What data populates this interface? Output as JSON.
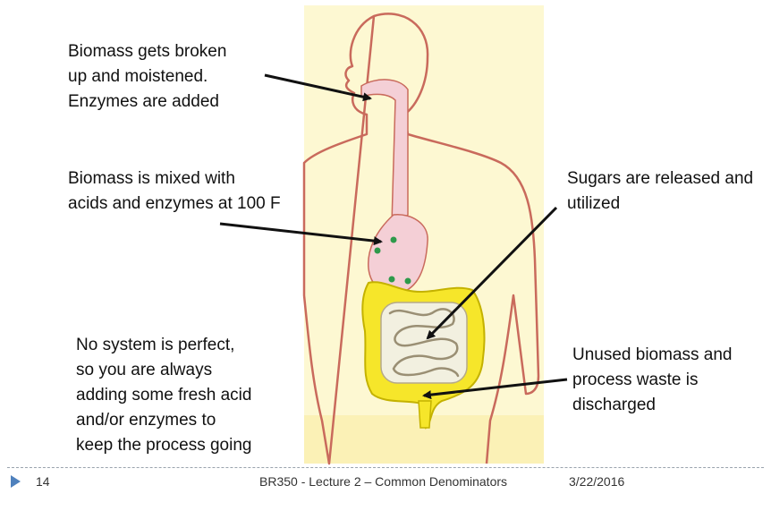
{
  "callouts": {
    "mouth": "Biomass gets broken\nup and moistened.\nEnzymes are added",
    "stomach": "Biomass is mixed with\nacids and enzymes at 100 F",
    "intestine": "Sugars are released and\nutilized",
    "system": "No system is perfect,\nso you are always\nadding some fresh acid\nand/or enzymes to\nkeep the process going",
    "waste": "Unused biomass and\nprocess waste is\ndischarged"
  },
  "footer": {
    "slide_number": "14",
    "text": "BR350 - Lecture 2 – Common Denominators",
    "date": "3/22/2016"
  },
  "colors": {
    "background_panel": "#fdf8d2",
    "body_outline": "#c96a5c",
    "digestive_tract": "#f4cfd6",
    "intestine": "#f6e62a",
    "enzyme_dots": "#2e9a4b",
    "arrow": "#111111",
    "footer_accent": "#4f81bd"
  }
}
